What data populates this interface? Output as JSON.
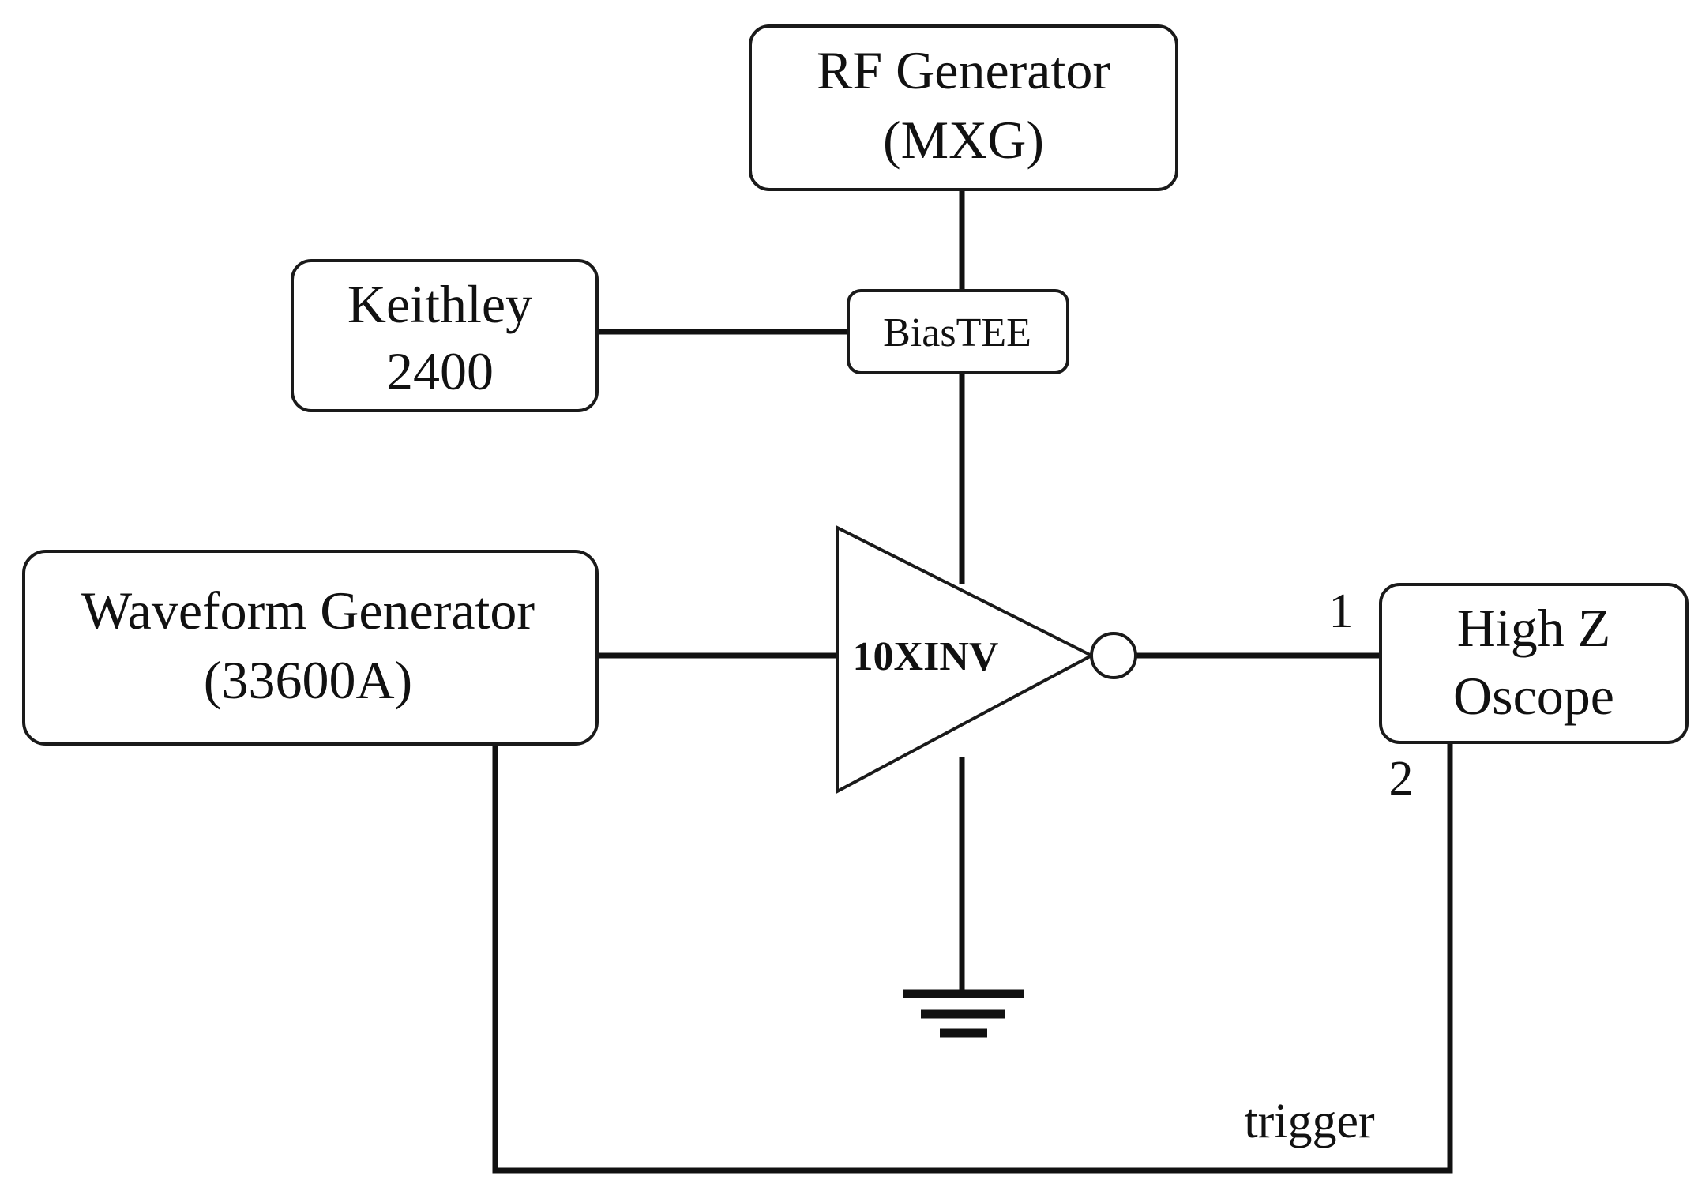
{
  "blocks": {
    "rf_generator": {
      "line1": "RF Generator",
      "line2": "(MXG)"
    },
    "keithley": {
      "line1": "Keithley",
      "line2": "2400"
    },
    "bias_tee": {
      "label": "BiasTEE"
    },
    "waveform_generator": {
      "line1": "Waveform Generator",
      "line2": "(33600A)"
    },
    "amplifier": {
      "label": "10XINV"
    },
    "oscope": {
      "line1": "High Z",
      "line2": "Oscope"
    }
  },
  "ports": {
    "channel_1": "1",
    "channel_2": "2"
  },
  "connections": {
    "trigger_label": "trigger"
  }
}
